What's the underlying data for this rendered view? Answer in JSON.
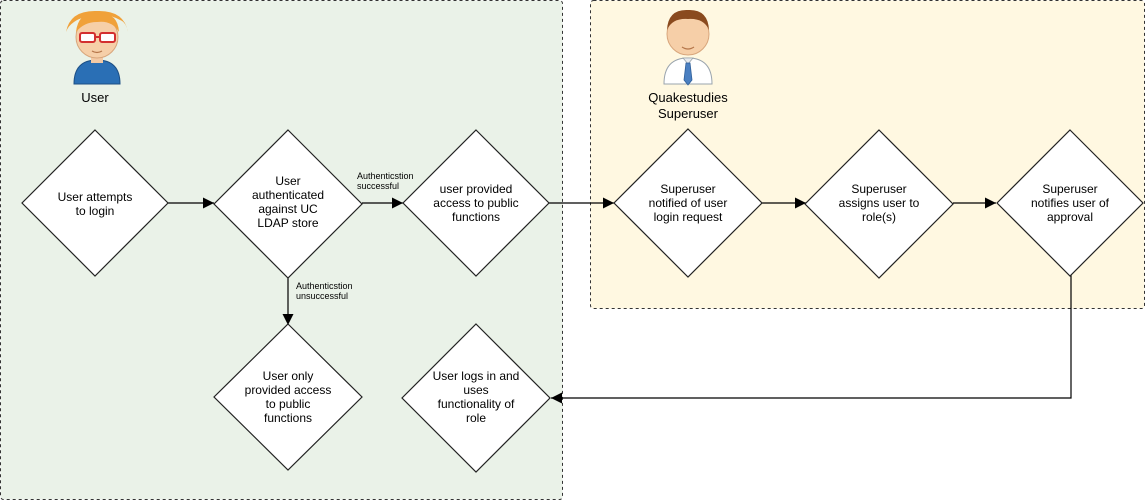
{
  "colors": {
    "user_lane_fill": "#eaf2e8",
    "superuser_lane_fill": "#fff8e1",
    "lane_border": "#333333",
    "node_fill": "#ffffff",
    "node_stroke": "#222222",
    "edge": "#000000"
  },
  "actors": {
    "user": {
      "label": "User",
      "icon": "user-with-glasses-icon"
    },
    "superuser": {
      "label": [
        "Quakestudies",
        "Superuser"
      ],
      "icon": "businessman-icon"
    }
  },
  "nodes": {
    "login_attempt": {
      "lines": [
        "User attempts",
        "to login"
      ]
    },
    "ldap_auth": {
      "lines": [
        "User",
        "authenticated",
        "against UC",
        "LDAP store"
      ]
    },
    "public_access": {
      "lines": [
        "user provided",
        "access to public",
        "functions"
      ]
    },
    "su_notified": {
      "lines": [
        "Superuser",
        "notified of user",
        "login request"
      ]
    },
    "su_assigns": {
      "lines": [
        "Superuser",
        "assigns user to",
        "role(s)"
      ]
    },
    "su_notifies": {
      "lines": [
        "Superuser",
        "notifies user of",
        "approval"
      ]
    },
    "public_only": {
      "lines": [
        "User only",
        "provided access",
        "to public",
        "functions"
      ]
    },
    "user_logs_in": {
      "lines": [
        "User logs in and",
        "uses",
        "functionality of",
        "role"
      ]
    }
  },
  "edge_labels": {
    "auth_success": [
      "Authenticstion",
      "successful"
    ],
    "auth_fail": [
      "Authenticstion",
      "unsuccessful"
    ]
  }
}
